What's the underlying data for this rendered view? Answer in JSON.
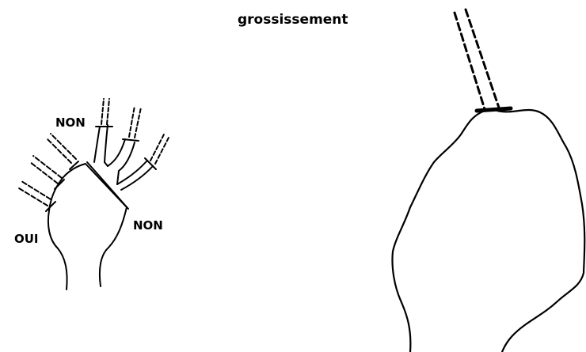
{
  "figure": {
    "title": "grossissement",
    "labels": {
      "non_top": "NON",
      "non_right": "NON",
      "oui": "OUI"
    },
    "ink_color": "#000000",
    "background": "#ffffff"
  }
}
